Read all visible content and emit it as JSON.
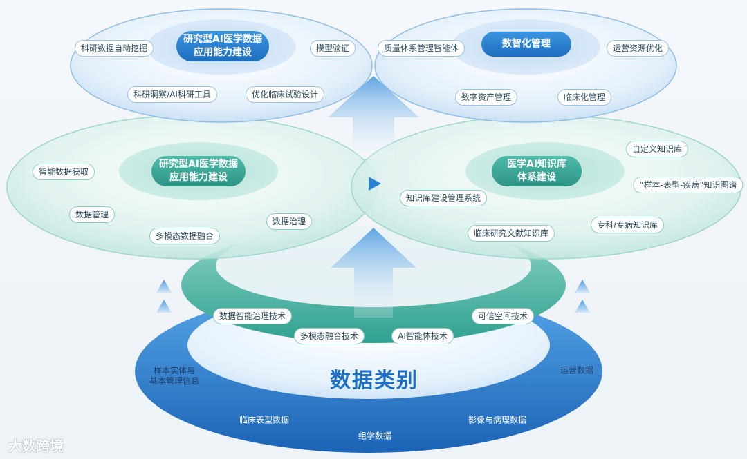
{
  "top_left": {
    "title": "研究型AI医学数据\n应用能力建设",
    "items": [
      "科研数据自动挖掘",
      "模型验证",
      "科研洞察/AI科研工具",
      "优化临床试验设计"
    ]
  },
  "top_right": {
    "title": "数智化管理",
    "items": [
      "质量体系管理智能体",
      "运营资源优化",
      "数字资产管理",
      "临床化管理"
    ]
  },
  "mid_left": {
    "title": "研究型AI医学数据\n应用能力建设",
    "items": [
      "智能数据获取",
      "数据管理",
      "多模态数据融合",
      "数据治理"
    ]
  },
  "mid_right": {
    "title": "医学AI知识库\n体系建设",
    "items": [
      "自定义知识库",
      "“样本-表型-疾病”知识图谱",
      "知识库建设管理系统",
      "专科/专病知识库",
      "临床研究文献知识库"
    ]
  },
  "ring": {
    "items": [
      "数据智能治理技术",
      "可信空间技术",
      "多模态融合技术",
      "AI智能体技术"
    ]
  },
  "base": {
    "title": "数据类别",
    "items": [
      "样本实体与\n基本管理信息",
      "运营数据",
      "临床表型数据",
      "影像与病理数据",
      "组学数据"
    ]
  },
  "watermark": "大数跨境",
  "colors": {
    "teal": "#3aa99b",
    "blue": "#2a7fd0",
    "dark_blue": "#1c6fc4"
  }
}
